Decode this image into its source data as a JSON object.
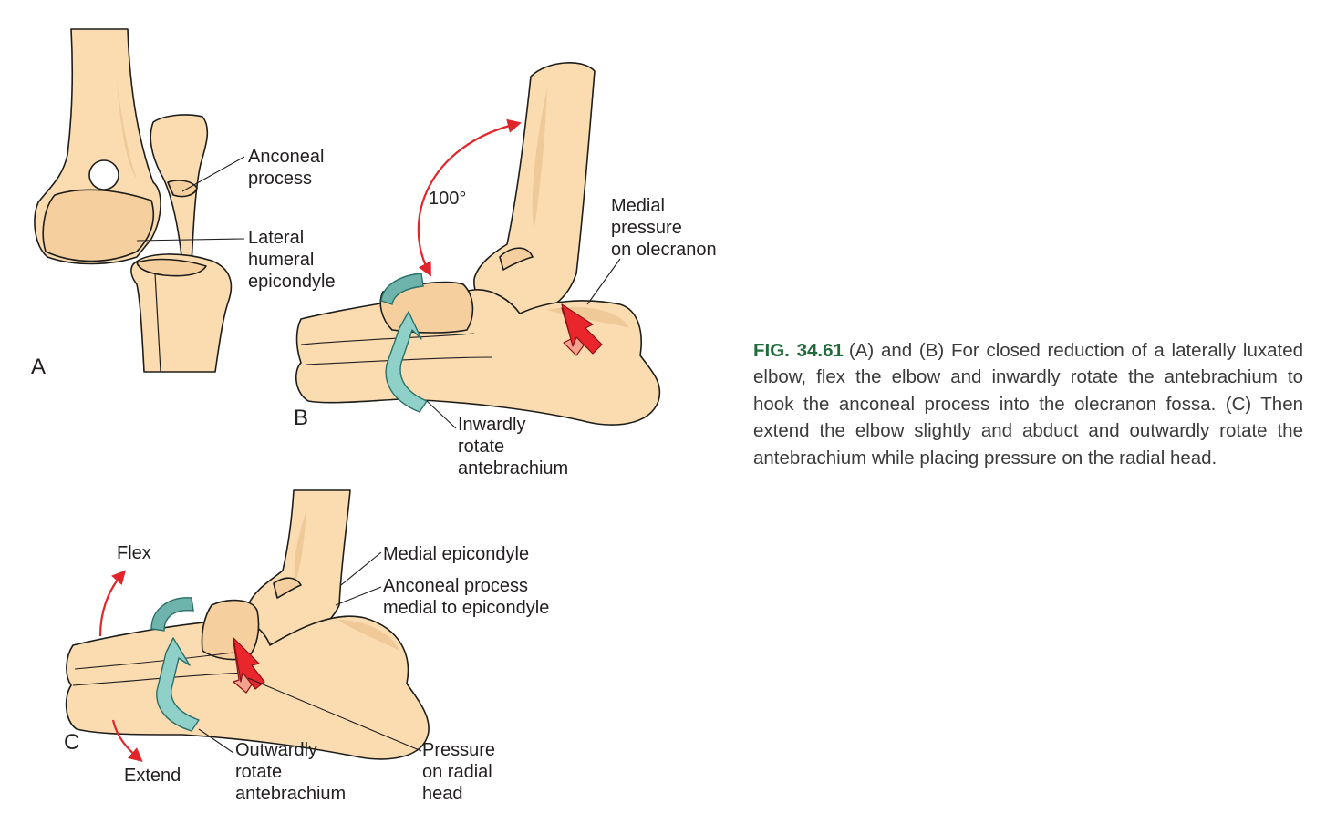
{
  "panels": {
    "a": {
      "letter": "A",
      "labels": {
        "anconeal_1": "Anconeal",
        "anconeal_2": "process",
        "lateral_1": "Lateral",
        "lateral_2": "humeral",
        "lateral_3": "epicondyle"
      }
    },
    "b": {
      "letter": "B",
      "angle": "100°",
      "labels": {
        "medial_1": "Medial",
        "medial_2": "pressure",
        "medial_3": "on olecranon",
        "inward_1": "Inwardly",
        "inward_2": "rotate",
        "inward_3": "antebrachium"
      }
    },
    "c": {
      "letter": "C",
      "labels": {
        "flex": "Flex",
        "extend": "Extend",
        "medial_epicondyle": "Medial epicondyle",
        "anconeal_1": "Anconeal process",
        "anconeal_2": "medial to epicondyle",
        "outward_1": "Outwardly",
        "outward_2": "rotate",
        "outward_3": "antebrachium",
        "pressure_1": "Pressure",
        "pressure_2": "on radial",
        "pressure_3": "head"
      }
    }
  },
  "caption": {
    "figure_id": "FIG. 34.61",
    "text": "(A) and (B) For closed reduction of a laterally luxated elbow, flex the elbow and inwardly rotate the antebrachium to hook the anconeal process into the olecranon fossa. (C) Then extend the elbow slightly and abduct and outwardly rotate the antebrachium while placing pressure on the radial head."
  },
  "colors": {
    "bone": "#fbdcb1",
    "bone_outline": "#1d1d1b",
    "rotation_arrow": "#8fd0c8",
    "pressure_arrow": "#e8262c",
    "figure_id": "#1f6b3a"
  },
  "icons": {
    "rotation": "curved-rotation-arrow-icon",
    "pressure": "pressure-arrow-icon",
    "motion": "curved-motion-arrow-icon"
  }
}
